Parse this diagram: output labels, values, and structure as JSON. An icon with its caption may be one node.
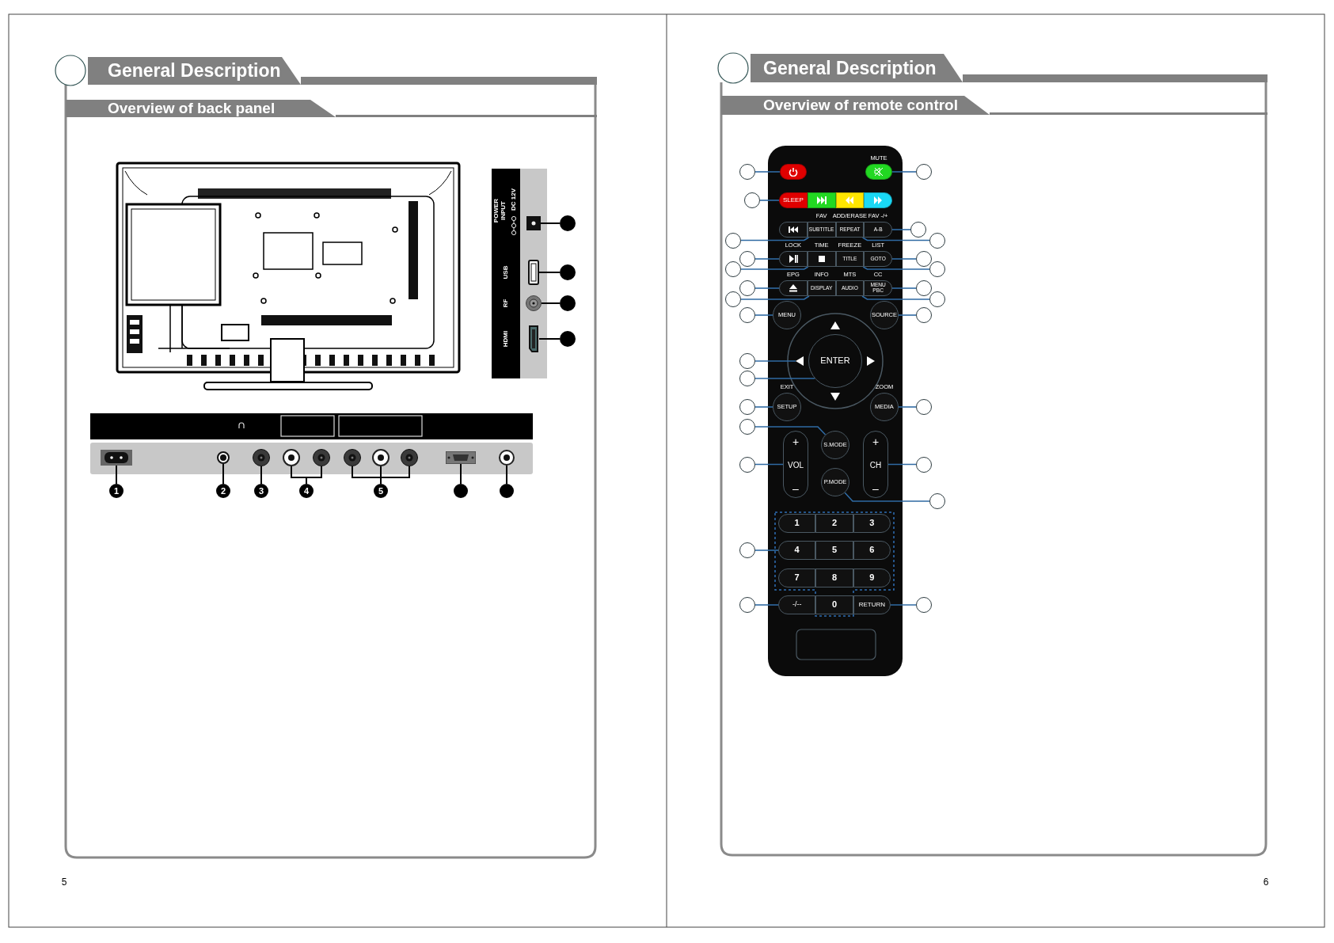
{
  "diagram": {
    "nodes": [
      {
        "text": [
          "General Description"
        ]
      },
      {
        "text": [
          "Overview of back panel"
        ]
      },
      {
        "text": [],
        "shape": "box"
      },
      {
        "text": [],
        "shape": "box"
      },
      {
        "text": [],
        "shape": "circle"
      },
      {
        "text": [],
        "shape": "box"
      },
      {
        "text": [],
        "shape": "circle"
      },
      {
        "text": [],
        "shape": "circle"
      },
      {
        "text": [],
        "shape": "circle"
      },
      {
        "text": [],
        "shape": "circle"
      },
      {
        "text": [],
        "shape": "box"
      },
      {
        "text": [],
        "shape": "circle"
      },
      {
        "text": [],
        "shape": "circle"
      },
      {
        "text": [],
        "shape": "circle"
      },
      {
        "text": [],
        "shape": "circle"
      },
      {
        "text": [],
        "shape": "circle"
      },
      {
        "text": [],
        "shape": "circle"
      },
      {
        "text": [],
        "shape": "circle"
      },
      {
        "text": [],
        "shape": "box"
      },
      {
        "text": [],
        "shape": "circle"
      },
      {
        "text": [
          "1"
        ]
      },
      {
        "text": [
          "2"
        ]
      },
      {
        "text": [
          "3"
        ]
      },
      {
        "text": [
          "4"
        ]
      },
      {
        "text": [
          "5"
        ]
      },
      {
        "text": [],
        "shape": "circle"
      },
      {
        "text": [],
        "shape": "circle"
      },
      {
        "text": [
          "General Description"
        ]
      },
      {
        "text": [
          "Overview of remote control"
        ]
      },
      {
        "text": [],
        "shape": "box"
      },
      {
        "text": [],
        "shape": "box",
        "beside": [
          "MUTE"
        ]
      },
      {
        "text": [
          "SLEEP"
        ]
      },
      {
        "text": [],
        "shape": "box"
      },
      {
        "text": [],
        "shape": "box"
      },
      {
        "text": [],
        "shape": "box"
      },
      {
        "text": [],
        "shape": "box"
      },
      {
        "text": [
          "SUBTITLE"
        ],
        "beside": [
          "FAV"
        ]
      },
      {
        "text": [
          "REPEAT"
        ],
        "beside": [
          "ADD/ERASE"
        ]
      },
      {
        "text": [
          "A-B"
        ],
        "beside": [
          "FAV -/+"
        ]
      },
      {
        "text": [],
        "shape": "box",
        "beside": [
          "LOCK"
        ]
      },
      {
        "text": [],
        "shape": "box",
        "beside": [
          "TIME"
        ]
      },
      {
        "text": [
          "TITLE"
        ],
        "beside": [
          "FREEZE"
        ]
      },
      {
        "text": [
          "GOTO"
        ],
        "beside": [
          "LIST"
        ]
      },
      {
        "text": [],
        "shape": "box",
        "beside": [
          "EPG"
        ]
      },
      {
        "text": [
          "DISPLAY"
        ],
        "beside": [
          "INFO"
        ]
      },
      {
        "text": [
          "AUDIO"
        ],
        "beside": [
          "MTS"
        ]
      },
      {
        "text": [
          "MENU PBC"
        ],
        "beside": [
          "CC"
        ]
      },
      {
        "text": [
          "MENU"
        ]
      },
      {
        "text": [
          "SOURCE"
        ]
      },
      {
        "text": [],
        "shape": "triangle"
      },
      {
        "text": [],
        "shape": "triangle"
      },
      {
        "text": [
          "ENTER"
        ]
      },
      {
        "text": [],
        "shape": "triangle"
      },
      {
        "text": [],
        "shape": "triangle"
      },
      {
        "text": [
          "SETUP"
        ],
        "beside": [
          "EXIT"
        ]
      },
      {
        "text": [
          "MEDIA"
        ],
        "beside": [
          "ZOOM"
        ]
      },
      {
        "text": [
          "S.MODE"
        ]
      },
      {
        "text": [
          "+",
          "VOL",
          "–"
        ]
      },
      {
        "text": [
          "+",
          "CH",
          "–"
        ]
      },
      {
        "text": [
          "P.MODE"
        ]
      },
      {
        "text": [
          "1"
        ]
      },
      {
        "text": [
          "2"
        ]
      },
      {
        "text": [
          "3"
        ]
      },
      {
        "text": [
          "4"
        ]
      },
      {
        "text": [
          "5"
        ]
      },
      {
        "text": [
          "6"
        ]
      },
      {
        "text": [
          "7"
        ]
      },
      {
        "text": [
          "8"
        ]
      },
      {
        "text": [
          "9"
        ]
      },
      {
        "text": [
          "0"
        ]
      },
      {
        "text": [
          "-/--"
        ]
      },
      {
        "text": [
          "RETURN"
        ]
      },
      {
        "text": [],
        "shape": "circle"
      },
      {
        "text": [],
        "shape": "circle"
      },
      {
        "text": [],
        "shape": "circle"
      },
      {
        "text": [],
        "shape": "circle"
      },
      {
        "text": [],
        "shape": "circle"
      },
      {
        "text": [],
        "shape": "circle"
      },
      {
        "text": [],
        "shape": "circle"
      },
      {
        "text": [],
        "shape": "circle"
      },
      {
        "text": [],
        "shape": "circle"
      },
      {
        "text": [],
        "shape": "circle"
      },
      {
        "text": [],
        "shape": "circle"
      },
      {
        "text": [],
        "shape": "circle"
      },
      {
        "text": [],
        "shape": "circle"
      },
      {
        "text": [],
        "shape": "circle"
      },
      {
        "text": [],
        "shape": "circle"
      },
      {
        "text": [],
        "shape": "circle"
      },
      {
        "text": [],
        "shape": "circle"
      },
      {
        "text": [],
        "shape": "circle"
      },
      {
        "text": [],
        "shape": "circle"
      },
      {
        "text": [],
        "shape": "circle"
      },
      {
        "text": [],
        "shape": "circle"
      },
      {
        "text": [],
        "shape": "circle"
      },
      {
        "text": [],
        "shape": "circle"
      },
      {
        "text": [],
        "shape": "circle"
      },
      {
        "text": [],
        "shape": "circle"
      },
      {
        "text": [],
        "shape": "circle"
      },
      {
        "text": [],
        "shape": "circle"
      }
    ],
    "edges": [
      {
        "from": 6,
        "to": 2,
        "arrow": "none",
        "color": "#000000"
      },
      {
        "from": 7,
        "to": 3,
        "arrow": "none",
        "color": "#000000"
      },
      {
        "from": 8,
        "to": 4,
        "arrow": "none",
        "color": "#000000"
      },
      {
        "from": 9,
        "to": 5,
        "arrow": "none",
        "color": "#000000"
      },
      {
        "from": 20,
        "to": 10,
        "arrow": "none",
        "color": "#000000"
      },
      {
        "from": 21,
        "to": 11,
        "arrow": "none",
        "color": "#000000"
      },
      {
        "from": 22,
        "to": 12,
        "arrow": "none",
        "color": "#000000"
      },
      {
        "from": 23,
        "to": 13,
        "arrow": "none",
        "color": "#000000"
      },
      {
        "from": 23,
        "to": 14,
        "arrow": "none",
        "color": "#000000"
      },
      {
        "from": 24,
        "to": 15,
        "arrow": "none",
        "color": "#000000"
      },
      {
        "from": 24,
        "to": 16,
        "arrow": "none",
        "color": "#000000"
      },
      {
        "from": 24,
        "to": 17,
        "arrow": "none",
        "color": "#000000"
      },
      {
        "from": 25,
        "to": 18,
        "arrow": "none",
        "color": "#000000"
      },
      {
        "from": 26,
        "to": 19,
        "arrow": "none",
        "color": "#000000"
      },
      {
        "from": 72,
        "to": 29,
        "arrow": "none"
      },
      {
        "from": 73,
        "to": 31,
        "arrow": "none"
      },
      {
        "from": 74,
        "to": 36,
        "arrow": "none"
      },
      {
        "from": 75,
        "to": 39,
        "arrow": "none"
      },
      {
        "from": 76,
        "to": 40,
        "arrow": "none"
      },
      {
        "from": 77,
        "to": 43,
        "arrow": "none"
      },
      {
        "from": 78,
        "to": 44,
        "arrow": "none"
      },
      {
        "from": 79,
        "to": 47,
        "arrow": "none"
      },
      {
        "from": 80,
        "to": 50,
        "arrow": "none"
      },
      {
        "from": 81,
        "to": 51,
        "arrow": "none"
      },
      {
        "from": 82,
        "to": 54,
        "arrow": "none"
      },
      {
        "from": 83,
        "to": 56,
        "arrow": "none"
      },
      {
        "from": 84,
        "to": 57,
        "arrow": "none"
      },
      {
        "from": 85,
        "to": 63,
        "arrow": "none"
      },
      {
        "from": 86,
        "to": 70,
        "arrow": "none"
      },
      {
        "from": 87,
        "to": 30,
        "arrow": "none"
      },
      {
        "from": 88,
        "to": 38,
        "arrow": "none"
      },
      {
        "from": 89,
        "to": 37,
        "arrow": "none"
      },
      {
        "from": 90,
        "to": 42,
        "arrow": "none"
      },
      {
        "from": 91,
        "to": 41,
        "arrow": "none"
      },
      {
        "from": 92,
        "to": 46,
        "arrow": "none"
      },
      {
        "from": 93,
        "to": 45,
        "arrow": "none"
      },
      {
        "from": 94,
        "to": 48,
        "arrow": "none"
      },
      {
        "from": 95,
        "to": 55,
        "arrow": "none"
      },
      {
        "from": 96,
        "to": 58,
        "arrow": "none"
      },
      {
        "from": 97,
        "to": 59,
        "arrow": "none"
      },
      {
        "from": 98,
        "to": 71,
        "arrow": "none"
      }
    ],
    "labels": [
      "POWER INPUT",
      "DC 12V",
      "USB",
      "RF",
      "HDMI",
      "5",
      "6"
    ]
  }
}
